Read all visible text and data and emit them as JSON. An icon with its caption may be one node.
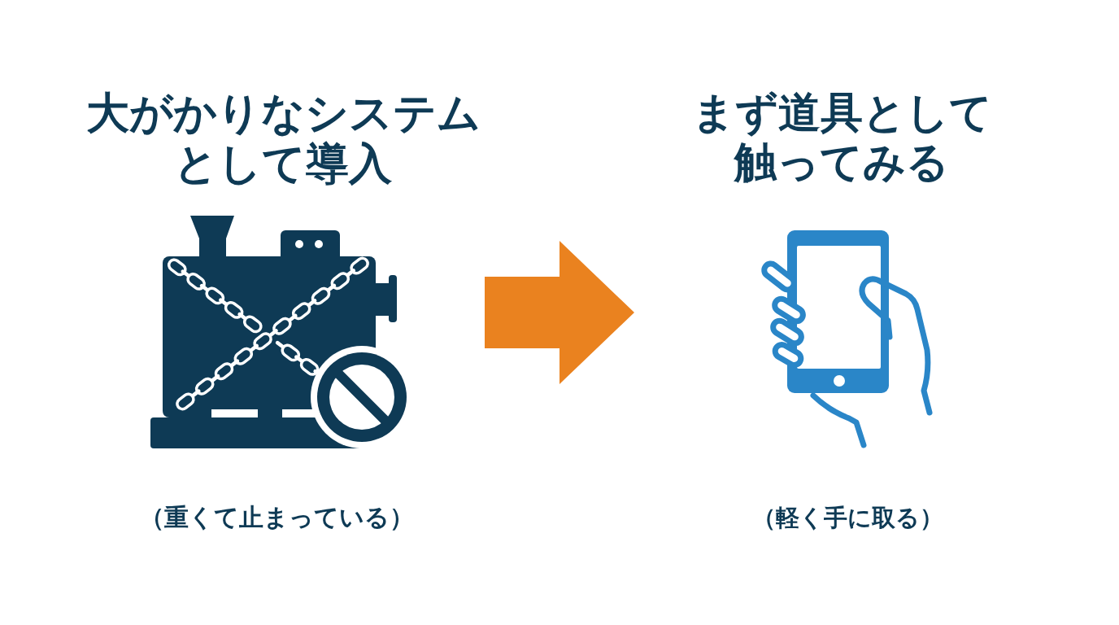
{
  "diagram": {
    "nodes": [
      {
        "text": [
          "大がかりなシステムとして導入"
        ],
        "beside": [
          "（重くて止まっている）"
        ]
      },
      {
        "text": [
          "まず道具として触ってみる"
        ],
        "beside": [
          "（軽く手に取る）"
        ]
      }
    ],
    "edges": [
      {
        "from": 0,
        "to": 1,
        "arrow": "to"
      }
    ]
  }
}
